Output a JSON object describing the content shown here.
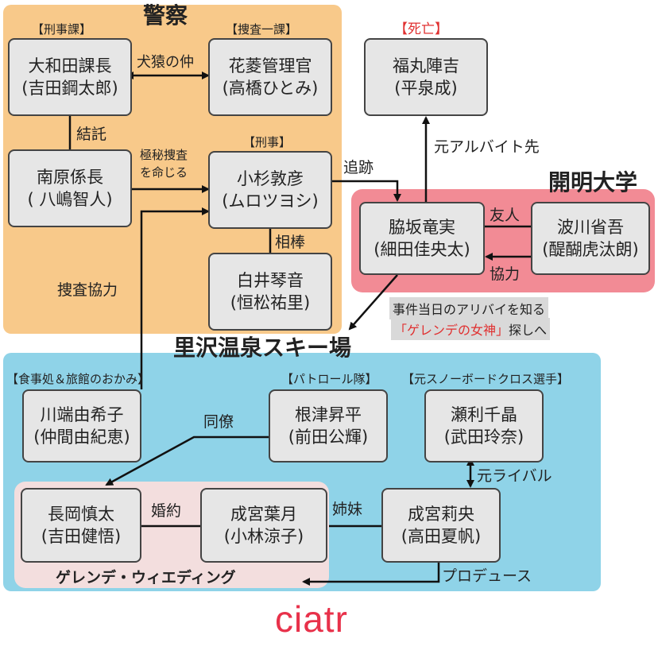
{
  "regions": {
    "police": {
      "title": "警察",
      "color": "#f8c98a"
    },
    "university": {
      "title": "開明大学",
      "color": "#f28b95"
    },
    "resort": {
      "title": "里沢温泉スキー場",
      "color": "#8fd3e8"
    },
    "wedding": {
      "title": "ゲレンデ・ウィエディング",
      "color": "#f3dede"
    }
  },
  "people": {
    "owada": {
      "tag": "【刑事課】",
      "name": "大和田課長",
      "actor": "(吉田鋼太郎)"
    },
    "hanabishi": {
      "tag": "【捜査一課】",
      "name": "花菱管理官",
      "actor": "(高橋ひとみ)"
    },
    "minamihara": {
      "name": "南原係長",
      "actor": "( 八嶋智人)"
    },
    "kosugi": {
      "tag": "【刑事】",
      "name": "小杉敦彦",
      "actor": "(ムロツヨシ)"
    },
    "shirai": {
      "name": "白井琴音",
      "actor": "(恒松祐里)"
    },
    "fukumaru": {
      "tag": "【死亡】",
      "name": "福丸陣吉",
      "actor": "(平泉成)"
    },
    "wakisaka": {
      "name": "脇坂竜実",
      "actor": "(細田佳央太)"
    },
    "namikawa": {
      "name": "波川省吾",
      "actor": "(醍醐虎汰朗)"
    },
    "kawabata": {
      "tag": "【食事処＆旅館のおかみ】",
      "name": "川端由希子",
      "actor": "(仲間由紀恵)"
    },
    "netsu": {
      "tag": "【パトロール隊】",
      "name": "根津昇平",
      "actor": "(前田公輝)"
    },
    "seri": {
      "tag": "【元スノーボードクロス選手】",
      "name": "瀬利千晶",
      "actor": "(武田玲奈)"
    },
    "nagaoka": {
      "name": "長岡慎太",
      "actor": "(吉田健悟)"
    },
    "narumiya_yo": {
      "name": "成宮葉月",
      "actor": "(小林涼子)"
    },
    "narumiya_ri": {
      "name": "成宮莉央",
      "actor": "(高田夏帆)"
    }
  },
  "relations": {
    "rivalry": "犬猿の仲",
    "collusion": "結託",
    "order": [
      "極秘捜査",
      "を命じる"
    ],
    "partner": "相棒",
    "chase": "追跡",
    "former_job": "元アルバイト先",
    "friend": "友人",
    "cooperate": "協力",
    "investigation_coop": "捜査協力",
    "coworker": "同僚",
    "engaged": "婚約",
    "sisters": "姉妹",
    "former_rival": "元ライバル",
    "produce": "プロデュース"
  },
  "note": {
    "line1": "事件当日のアリバイを知る",
    "line2_red": "「ゲレンデの女神」",
    "line2_rest": "探しへ"
  },
  "logo": "ciatr"
}
